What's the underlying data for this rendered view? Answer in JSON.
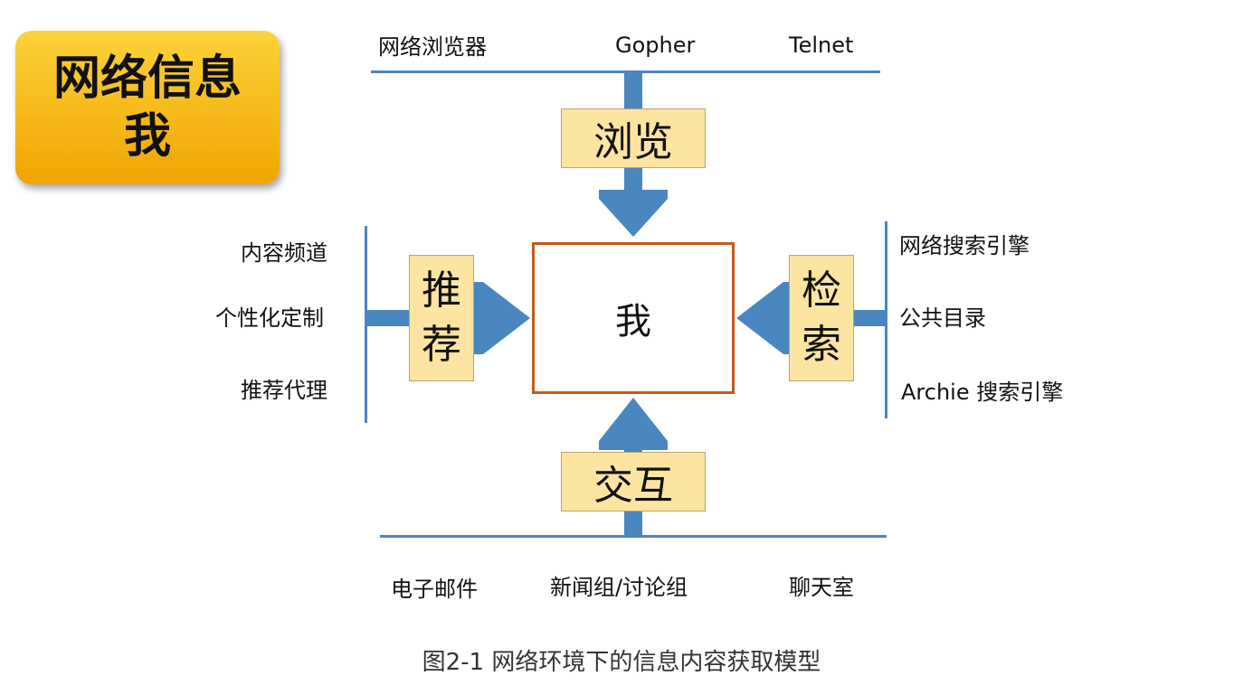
{
  "title": {
    "line1": "网络信息",
    "line2": "我"
  },
  "top": {
    "items": [
      "网络浏览器",
      "Gopher",
      "Telnet"
    ],
    "box": "浏览"
  },
  "left": {
    "items": [
      "内容频道",
      "个性化定制",
      "推荐代理"
    ],
    "box": [
      "推",
      "荐"
    ]
  },
  "right": {
    "items": [
      "网络搜索引擎",
      "公共目录",
      "Archie 搜索引擎"
    ],
    "box": [
      "检",
      "索"
    ]
  },
  "bottom": {
    "items": [
      "电子邮件",
      "新闻组/讨论组",
      "聊天室"
    ],
    "box": "交互"
  },
  "center": "我",
  "caption": "图2-1 网络环境下的信息内容获取模型",
  "colors": {
    "line": "#4a86c0",
    "arrow": "#4a86c0",
    "box_fill": "#fde4a0",
    "center_border": "#c55a1a",
    "title_top": "#fdd33a",
    "title_bottom": "#f0a400"
  }
}
